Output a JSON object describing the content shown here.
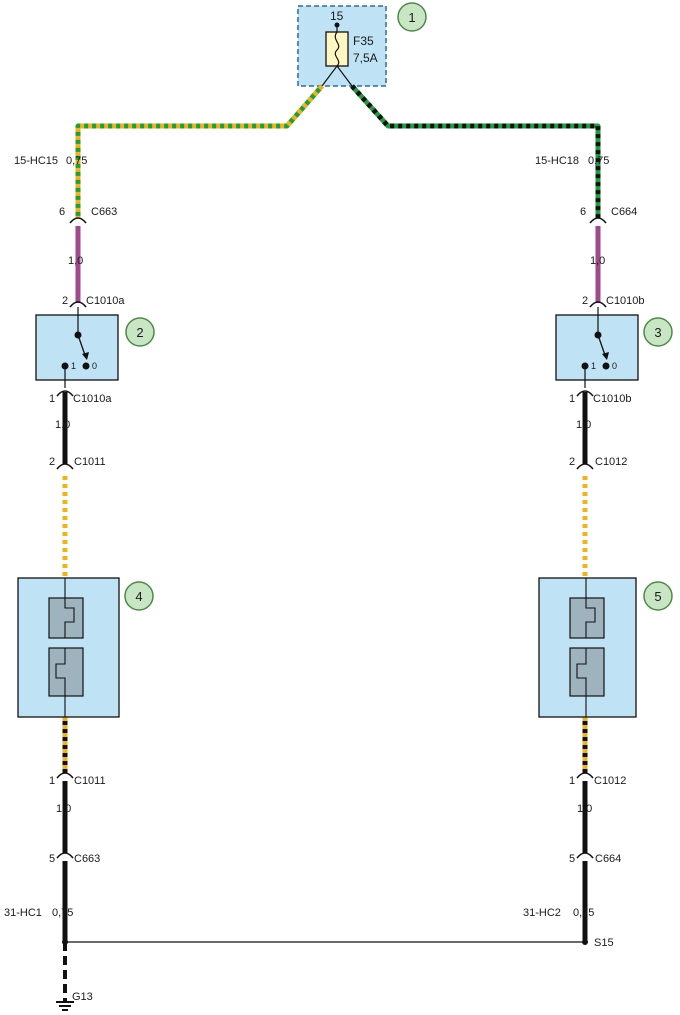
{
  "colors": {
    "green": "#1e9e3c",
    "yellow": "#f2b316",
    "black": "#111111",
    "violet": "#a0498c",
    "box_fill": "#bfe3f4",
    "module_fill": "#9fb3bf",
    "callout_fill": "#c9e6c4",
    "callout_stroke": "#4c8a46"
  },
  "fuse": {
    "pin": "15",
    "name": "F35",
    "rating": "7,5A",
    "callout": "1"
  },
  "left": {
    "wire_top_code": "15-HC15",
    "wire_top_size": "0,75",
    "c663_top_pin": "6",
    "c663_top": "C663",
    "seg1_size": "1,0",
    "switch_in_pin": "2",
    "switch_in": "C1010a",
    "switch_callout": "2",
    "switch_pos1": "1",
    "switch_pos0": "0",
    "switch_out_pin": "1",
    "switch_out": "C1010a",
    "seg2_size": "1,0",
    "heater_in_pin": "2",
    "heater_in": "C1011",
    "heater_callout": "4",
    "heater_out_pin": "1",
    "heater_out": "C1011",
    "seg3_size": "1,0",
    "c663_bot_pin": "5",
    "c663_bot": "C663",
    "wire_bot_code": "31-HC1",
    "wire_bot_size": "0,75",
    "ground": "G13"
  },
  "right": {
    "wire_top_code": "15-HC18",
    "wire_top_size": "0,75",
    "c664_top_pin": "6",
    "c664_top": "C664",
    "seg1_size": "1,0",
    "switch_in_pin": "2",
    "switch_in": "C1010b",
    "switch_callout": "3",
    "switch_pos1": "1",
    "switch_pos0": "0",
    "switch_out_pin": "1",
    "switch_out": "C1010b",
    "seg2_size": "1,0",
    "heater_in_pin": "2",
    "heater_in": "C1012",
    "heater_callout": "5",
    "heater_out_pin": "1",
    "heater_out": "C1012",
    "seg3_size": "1,0",
    "c664_bot_pin": "5",
    "c664_bot": "C664",
    "wire_bot_code": "31-HC2",
    "wire_bot_size": "0,75",
    "splice": "S15"
  }
}
